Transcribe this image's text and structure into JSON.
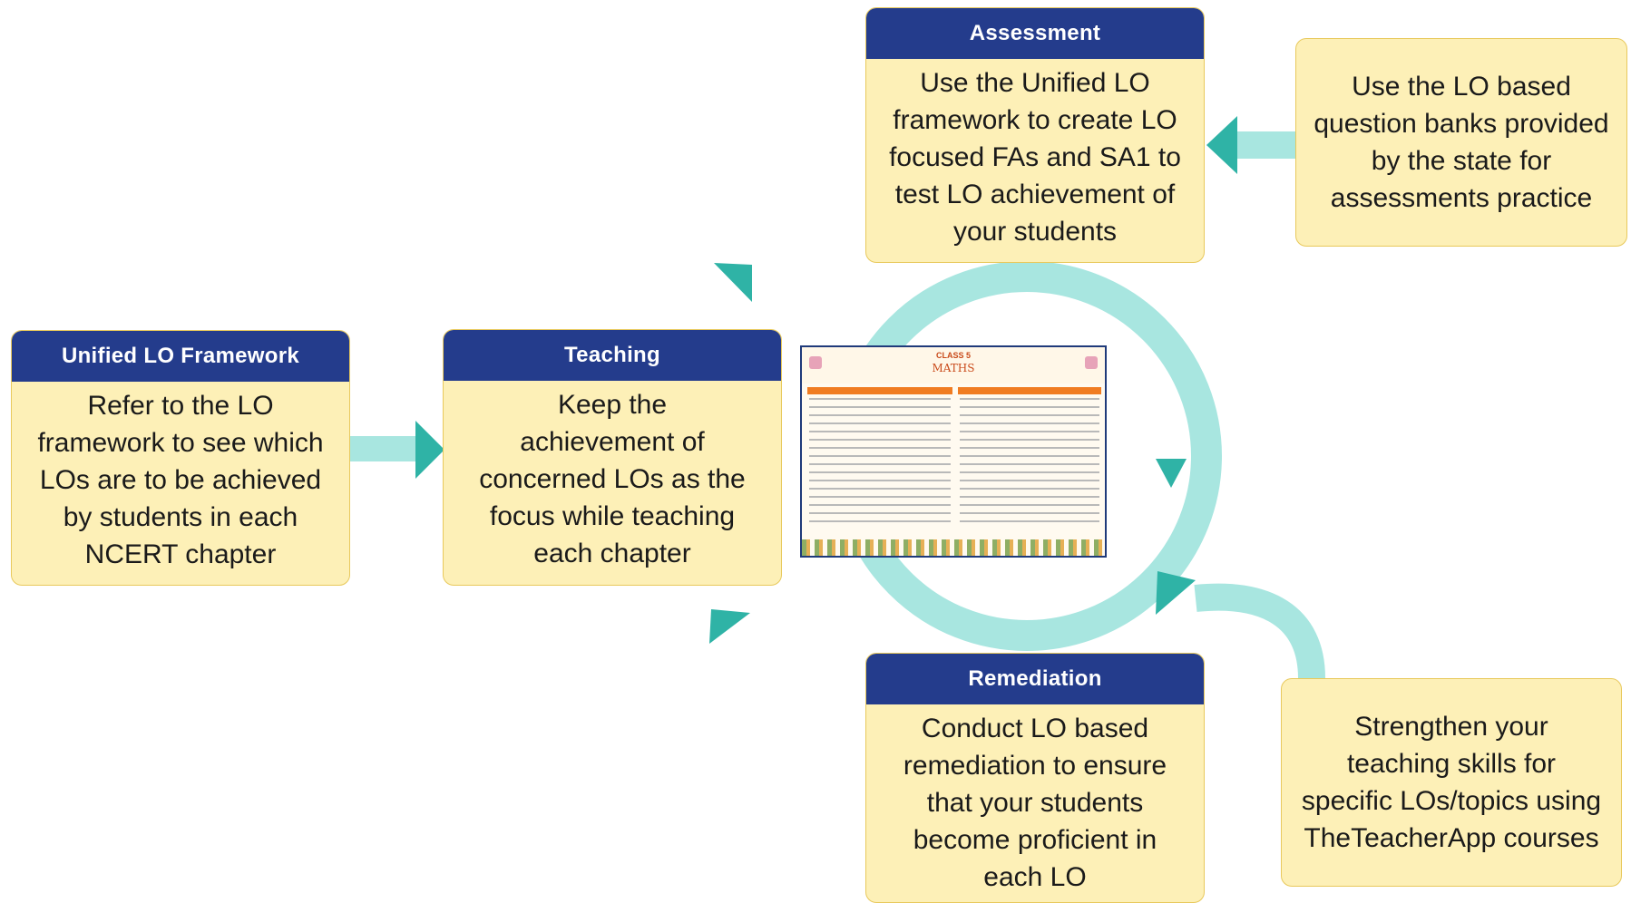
{
  "colors": {
    "header": "#243c8c",
    "card_fill": "#fdf0b7",
    "card_border": "#e8c95c",
    "cycle_ring": "#a8e6e0",
    "arrow_head": "#2fb3a6"
  },
  "cards": {
    "framework": {
      "title": "Unified LO Framework",
      "lines": [
        "Refer to the LO",
        "framework to see which",
        "LOs are to be achieved",
        "by students in each",
        "NCERT chapter"
      ]
    },
    "teaching": {
      "title": "Teaching",
      "lines": [
        "Keep the",
        "achievement of",
        "concerned LOs as the",
        "focus while teaching",
        "each chapter"
      ]
    },
    "assessment": {
      "title": "Assessment",
      "lines": [
        "Use the Unified LO",
        "framework to create LO",
        "focused FAs and SA1 to",
        "test LO achievement of",
        "your students"
      ]
    },
    "remediation": {
      "title": "Remediation",
      "lines": [
        "Conduct LO based",
        "remediation to ensure",
        "that your students",
        "become proficient in",
        "each LO"
      ]
    }
  },
  "notes": {
    "question_banks": [
      "Use the LO based",
      "question banks provided",
      "by the state for",
      "assessments practice"
    ],
    "teacher_app": [
      "Strengthen your",
      "teaching skills for",
      "specific LOs/topics using",
      "TheTeacherApp courses"
    ]
  },
  "thumbnail": {
    "title": "CLASS 5",
    "subject": "MATHS",
    "icon": "lo-framework-sheet-icon"
  }
}
